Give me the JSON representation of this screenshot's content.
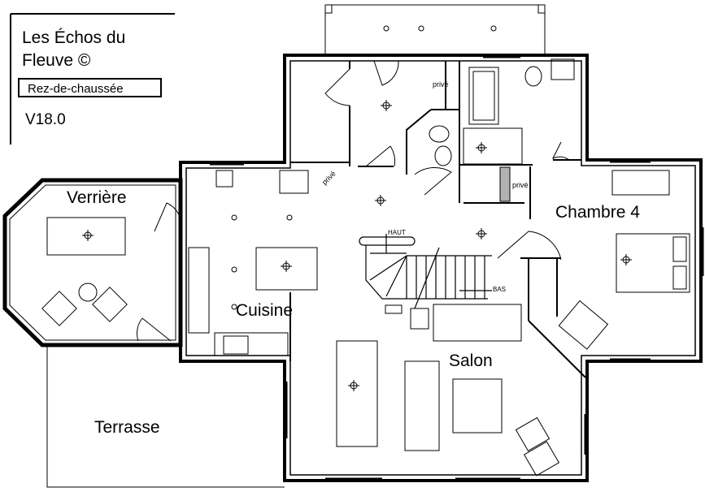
{
  "title_block": {
    "title_line1": "Les Échos du",
    "title_line2": "Fleuve ©",
    "floor": "Rez-de-chaussée",
    "version": "V18.0"
  },
  "rooms": {
    "verriere": "Verrière",
    "cuisine": "Cuisine",
    "salon": "Salon",
    "chambre4": "Chambre 4",
    "terrasse": "Terrasse"
  },
  "annotations": {
    "prive_1": "privé",
    "prive_2": "privé",
    "prive_3": "privé",
    "stairs_up": "HAUT",
    "stairs_down": "BAS"
  },
  "colors": {
    "line": "#000000",
    "background": "#ffffff"
  }
}
